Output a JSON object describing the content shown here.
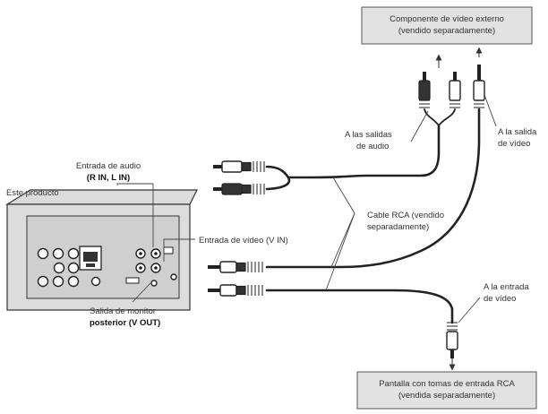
{
  "labels": {
    "external_component": [
      "Componente de vídeo externo",
      "(vendido separadamente)"
    ],
    "product": "Este producto",
    "audio_input": [
      "Entrada de audio",
      "(R IN, L IN)"
    ],
    "video_input": "Entrada de vídeo (V IN)",
    "rear_monitor_output": [
      "Salida de monitor",
      "posterior (V OUT)"
    ],
    "audio_outputs": [
      "A las salidas",
      "de audio"
    ],
    "video_output": [
      "A la salida",
      "de vídeo"
    ],
    "rca_cable": [
      "Cable RCA (vendido",
      "separadamente)"
    ],
    "video_input_target": [
      "A la entrada",
      "de vídeo"
    ],
    "display": [
      "Pantalla con tomas de entrada RCA",
      "(vendida separadamente)"
    ]
  }
}
